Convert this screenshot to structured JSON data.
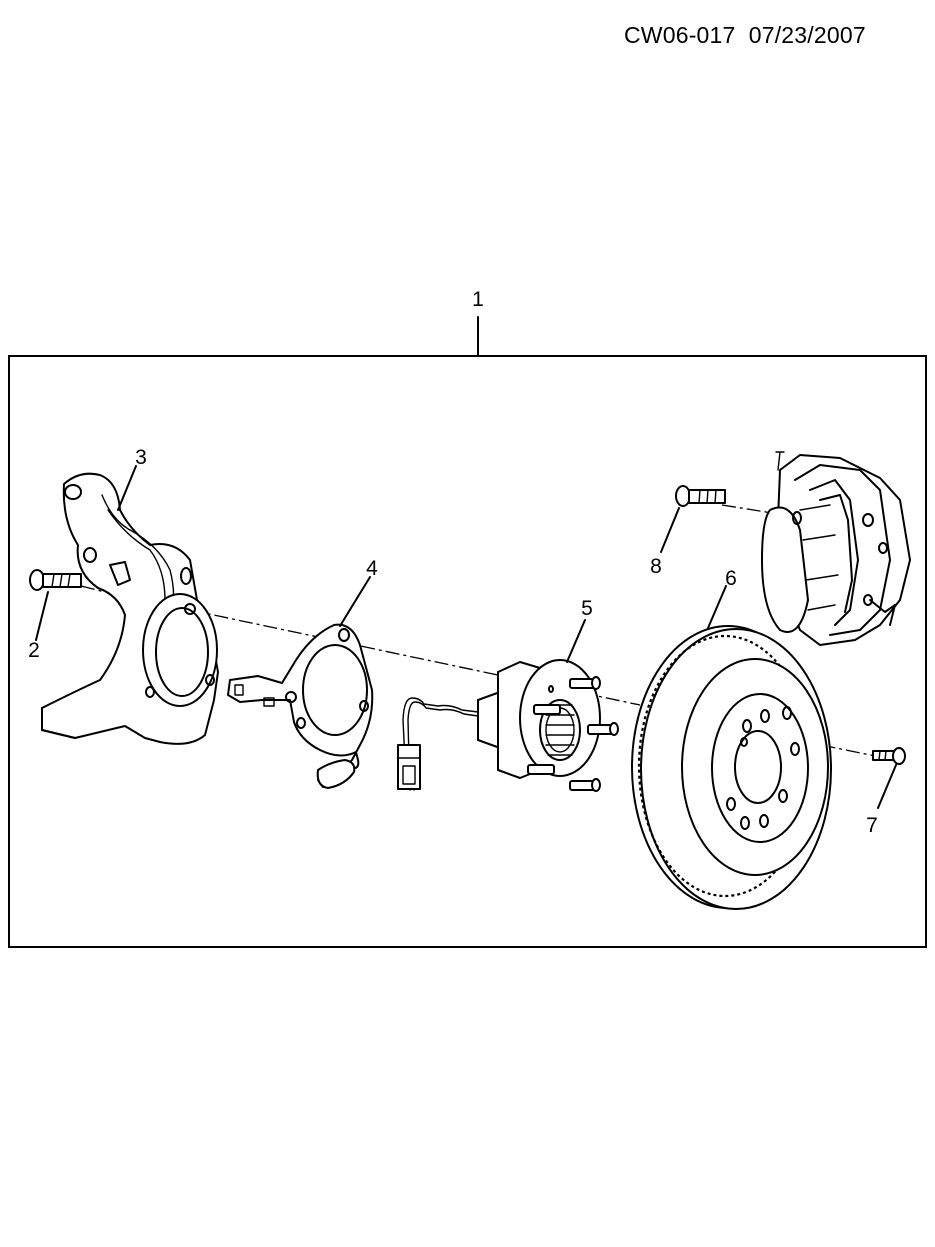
{
  "header": {
    "code": "CW06-017",
    "date": "07/23/2007"
  },
  "callouts": {
    "c1": "1",
    "c2": "2",
    "c3": "3",
    "c4": "4",
    "c5": "5",
    "c6": "6",
    "c7": "7",
    "c8": "8"
  }
}
